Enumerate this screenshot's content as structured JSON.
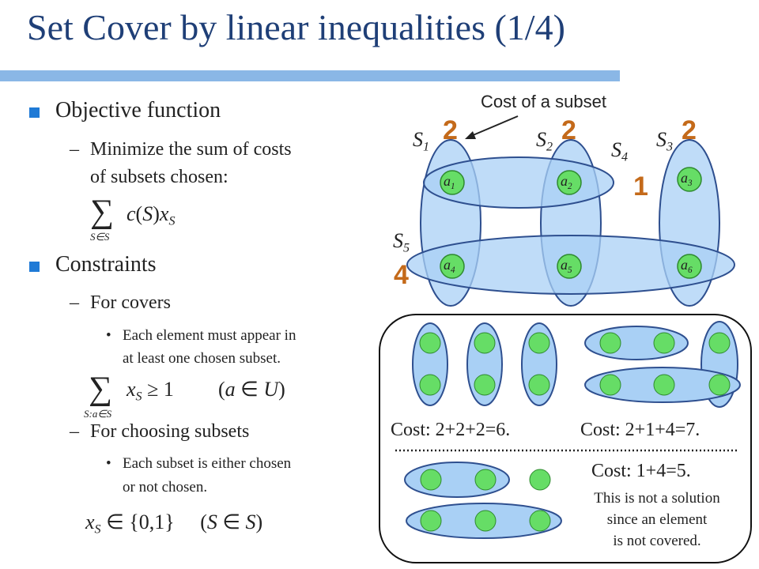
{
  "title": "Set Cover by linear inequalities (1/4)",
  "left": {
    "objective": "Objective function",
    "objective_sub": "Minimize the sum of costs of subsets chosen:",
    "objective_sub_line1": "Minimize the sum of costs",
    "objective_sub_line2": "of subsets chosen:",
    "constraints": "Constraints",
    "covers": "For covers",
    "covers_detail_line1": "Each element must appear in",
    "covers_detail_line2": "at least one chosen subset.",
    "choosing": "For choosing subsets",
    "choosing_detail_line1": "Each subset is either chosen",
    "choosing_detail_line2": "or not chosen."
  },
  "diagram": {
    "cost_of_subset_label": "Cost of a subset",
    "sets": [
      {
        "name": "S1",
        "cost": "2"
      },
      {
        "name": "S2",
        "cost": "2"
      },
      {
        "name": "S3",
        "cost": "2"
      },
      {
        "name": "S4",
        "cost": "1"
      },
      {
        "name": "S5",
        "cost": "4"
      }
    ],
    "elements": [
      "a1",
      "a2",
      "a3",
      "a4",
      "a5",
      "a6"
    ],
    "colors": {
      "set_fill": "#a9d0f5",
      "set_stroke": "#2e4f8f",
      "element_fill": "#66dd66",
      "cost": "#c46a1a"
    }
  },
  "examples": {
    "cost1": "Cost: 2+2+2=6.",
    "cost2": "Cost: 2+1+4=7.",
    "cost3": "Cost: 1+4=5.",
    "note_line1": "This is not a solution",
    "note_line2": "since an element",
    "note_line3": "is not covered."
  }
}
